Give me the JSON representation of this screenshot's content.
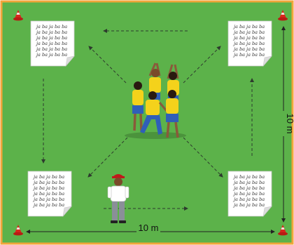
{
  "field": {
    "grass_color": "#5cb24a",
    "border_color": "#f2a53a"
  },
  "dimensions": {
    "width_label": "10 m",
    "height_label": "10 m"
  },
  "cards": {
    "line_text": "ja ba ja ba ba"
  },
  "icons": {
    "cone": "cone-icon",
    "card": "paper-card-icon",
    "teacher": "teacher-figure",
    "students": "student-group"
  },
  "colors": {
    "cone": "#d9261c",
    "shirt_student": "#f4d21b",
    "shorts_student": "#2f5fb8",
    "teacher_shirt": "#ffffff",
    "teacher_pants": "#8a8f98",
    "teacher_cap": "#c0191b"
  }
}
